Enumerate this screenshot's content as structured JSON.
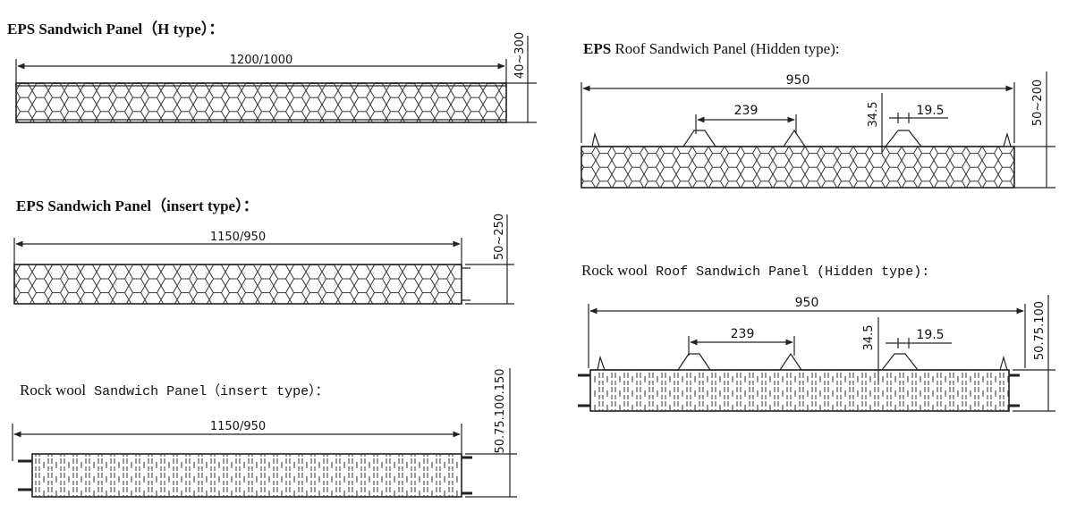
{
  "panels": {
    "eps_h": {
      "title_bold": "EPS  Sandwich Panel（H  type）：",
      "width": "1200/1000",
      "thickness": "40~300"
    },
    "eps_insert": {
      "title_bold": "EPS  Sandwich Panel（insert type）：",
      "width": "1150/950",
      "thickness": "50~250"
    },
    "rock_insert": {
      "title_bold": "Rock wool",
      "title_rest": " Sandwich Panel（insert type）：",
      "width": "1150/950",
      "thickness": "50.75.100.150"
    },
    "eps_roof": {
      "title_bold": "EPS",
      "title_rest": "  Roof Sandwich Panel (Hidden type):",
      "width": "950",
      "pitch": "239",
      "rib_height": "34.5",
      "rib_top": "19.5",
      "thickness": "50~200"
    },
    "rock_roof": {
      "title_bold": "Rock wool",
      "title_rest": " Roof Sandwich Panel (Hidden type):",
      "width": "950",
      "pitch": "239",
      "rib_height": "34.5",
      "rib_top": "19.5",
      "thickness": "50.75.100"
    }
  }
}
